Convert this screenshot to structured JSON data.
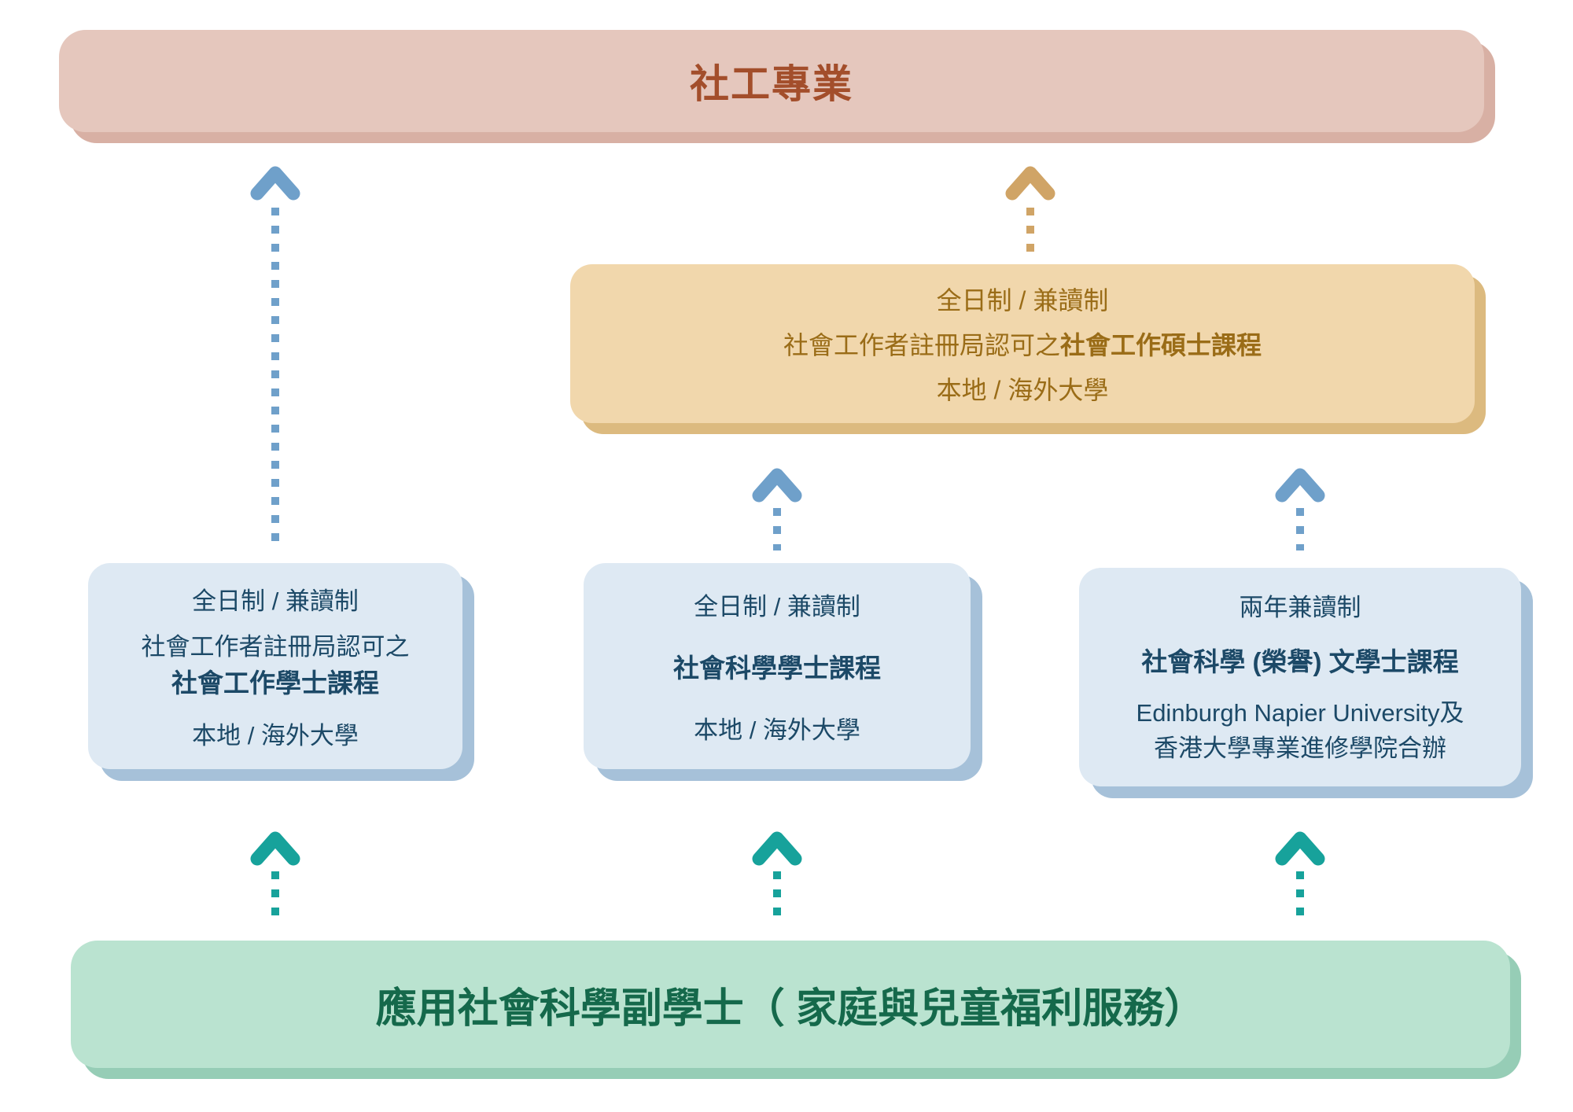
{
  "colors": {
    "page_bg": "#FFFFFF",
    "pink_fill": "#E5C7BD",
    "pink_shadow": "#D8B0A4",
    "pink_text": "#A34E2B",
    "gold_fill": "#F1D7AC",
    "gold_shadow": "#DCBA7F",
    "gold_text": "#9A6C17",
    "gold_arrow": "#D0A466",
    "blue_fill": "#DEE9F3",
    "blue_shadow": "#A6C1D9",
    "blue_text": "#1C4967",
    "blue_arrow": "#6FA0CA",
    "green_fill": "#BAE3D0",
    "green_shadow": "#96CDB6",
    "green_text": "#15694B",
    "teal_arrow": "#17A29B"
  },
  "profession_box": {
    "title": "社工專業"
  },
  "master_box": {
    "mode": "全日制 / 兼讀制",
    "program_prefix": "社會工作者註冊局認可之",
    "program_bold": "社會工作碩士課程",
    "provider": "本地 / 海外大學"
  },
  "bachelor_boxes": [
    {
      "mode": "全日制 / 兼讀制",
      "program_prefix": "社會工作者註冊局認可之",
      "program_bold": "社會工作學士課程",
      "provider": "本地 / 海外大學"
    },
    {
      "mode": "全日制 / 兼讀制",
      "program_bold": "社會科學學士課程",
      "provider": "本地 / 海外大學"
    },
    {
      "mode": "兩年兼讀制",
      "program_bold": "社會科學 (榮譽) 文學士課程",
      "provider_line1": "Edinburgh Napier University及",
      "provider_line2": "香港大學專業進修學院合辦"
    }
  ],
  "associate_box": {
    "title": "應用社會科學副學士（ 家庭與兒童福利服務）"
  }
}
